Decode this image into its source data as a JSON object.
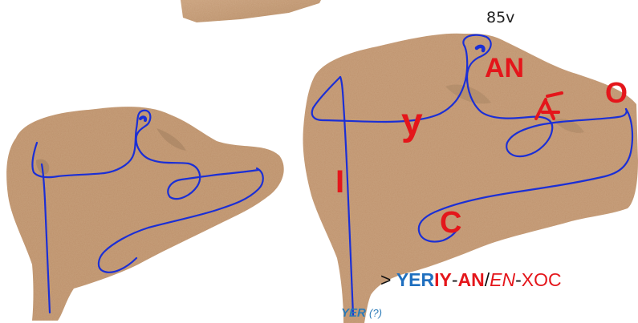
{
  "page_number": "85v",
  "letters": {
    "an": "AN",
    "y": "y",
    "o": "O",
    "i": "I",
    "c": "C"
  },
  "reading": {
    "arrow": ">",
    "yer": "YER",
    "iy": "IY",
    "dash1": "-",
    "an": "AN",
    "slash": "/",
    "en": "EN",
    "dash2": "-",
    "xoc": "XOC"
  },
  "yer_note": {
    "main": "YER",
    "question": "(?)"
  },
  "colors": {
    "stone": "#c9a27f",
    "stone_dark": "#a78564",
    "trace_blue": "#1b2fd6",
    "annotation_red": "#e4161b",
    "reading_blue": "#1f6fbf"
  }
}
